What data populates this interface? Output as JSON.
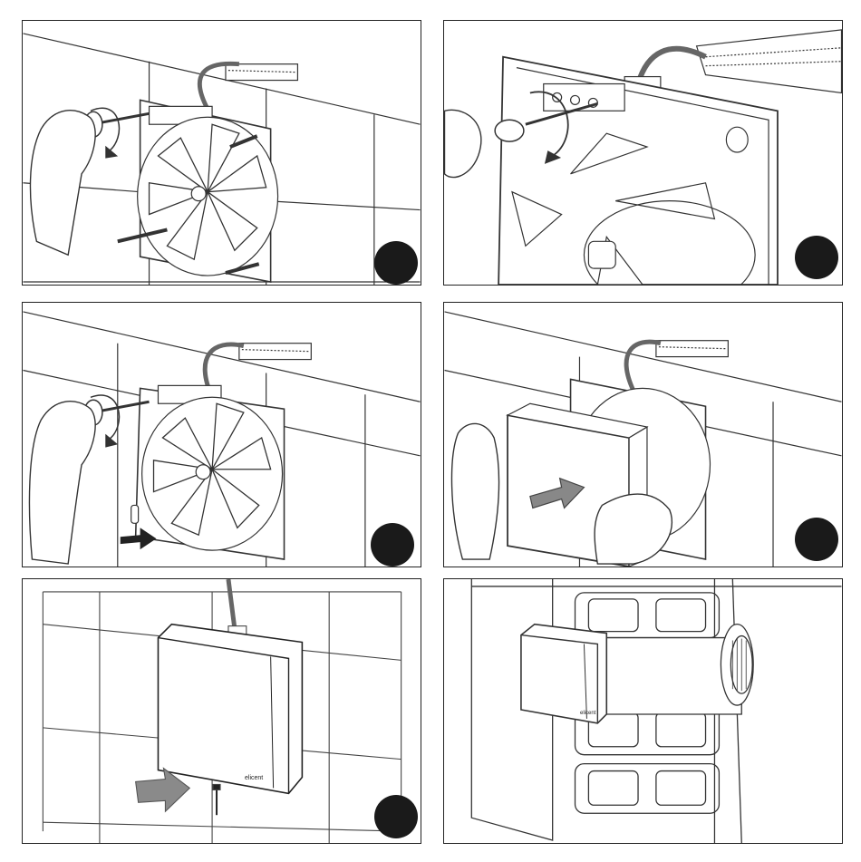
{
  "panels": [
    {
      "id": "step-1",
      "step_label": ""
    },
    {
      "id": "step-2",
      "step_label": ""
    },
    {
      "id": "step-3",
      "step_label": ""
    },
    {
      "id": "step-4",
      "step_label": ""
    },
    {
      "id": "step-5",
      "step_label": "",
      "brand": "elicent"
    },
    {
      "id": "step-6",
      "brand": "elicent"
    }
  ],
  "colors": {
    "ink": "#222222",
    "marker": "#1a1a1a",
    "arrow_fill": "#8a8a8a",
    "tile_line": "#555555"
  },
  "icons": [
    "screwdriver-icon",
    "rotate-arrow-icon",
    "hand-icon",
    "screw-icon",
    "push-arrow-icon",
    "fan-impeller-icon"
  ]
}
